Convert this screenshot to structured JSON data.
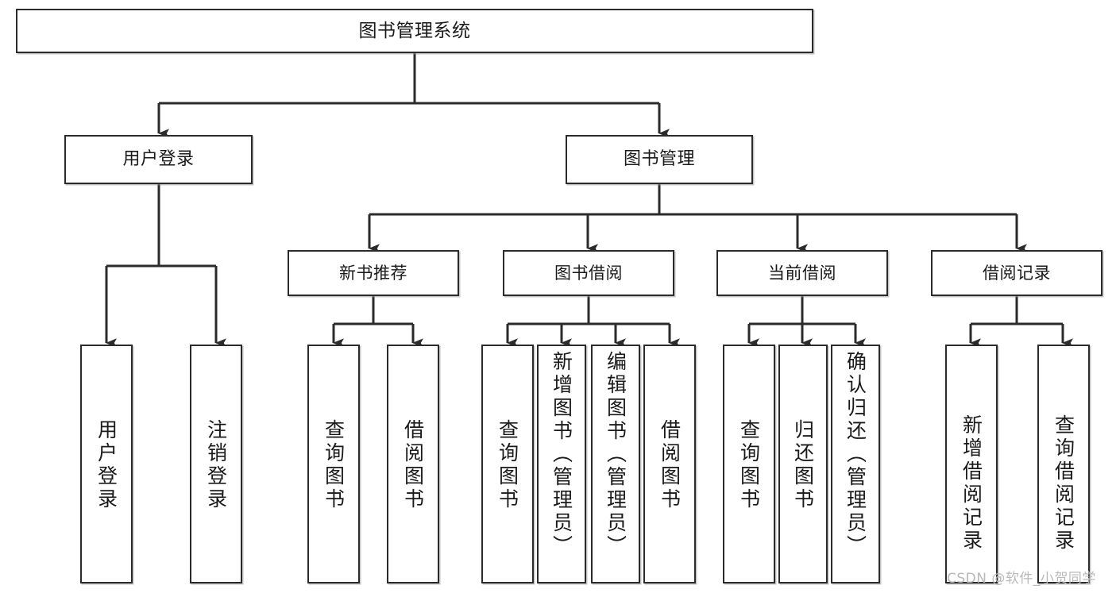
{
  "diagram": {
    "title": "图书管理系统",
    "type": "功能结构图",
    "root": {
      "label": "图书管理系统"
    },
    "level2": [
      {
        "label": "用户登录"
      },
      {
        "label": "图书管理"
      }
    ],
    "level3": [
      {
        "label": "新书推荐"
      },
      {
        "label": "图书借阅"
      },
      {
        "label": "当前借阅"
      },
      {
        "label": "借阅记录"
      }
    ],
    "leaves": {
      "user_login": [
        {
          "label": "用户登录"
        },
        {
          "label": "注销登录"
        }
      ],
      "new_book_recommend": [
        {
          "label": "查询图书"
        },
        {
          "label": "借阅图书"
        }
      ],
      "book_borrow": [
        {
          "label": "查询图书"
        },
        {
          "label": "新增图书（管理员）"
        },
        {
          "label": "编辑图书（管理员）"
        },
        {
          "label": "借阅图书"
        }
      ],
      "current_borrow": [
        {
          "label": "查询图书"
        },
        {
          "label": "归还图书"
        },
        {
          "label": "确认归还（管理员）"
        }
      ],
      "borrow_record": [
        {
          "label": "新增借阅记录"
        },
        {
          "label": "查询借阅记录"
        }
      ]
    }
  },
  "watermark": {
    "text": "CSDN @软件_小贺同学"
  },
  "colors": {
    "stroke": "#2b2b2b",
    "fill": "#ffffff",
    "text": "#1a1a1a",
    "watermark": "#b9b9b9"
  }
}
